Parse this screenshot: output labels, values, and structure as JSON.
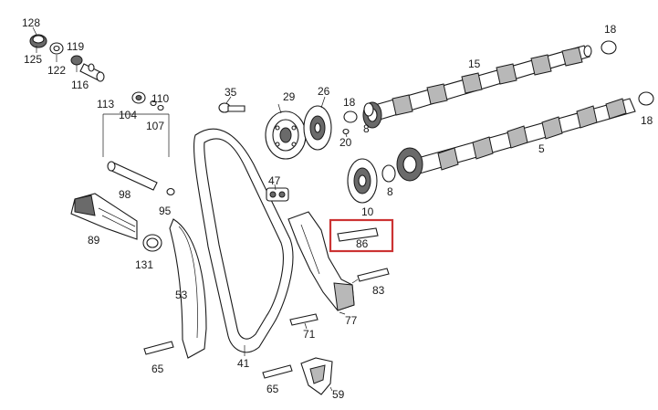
{
  "diagram": {
    "highlight_color": "#cc3333",
    "line_color": "#1a1a1a",
    "labels": {
      "p128": "128",
      "p125": "125",
      "p119": "119",
      "p122": "122",
      "p116": "116",
      "p113": "113",
      "p104": "104",
      "p110": "110",
      "p107": "107",
      "p98": "98",
      "p95": "95",
      "p89": "89",
      "p131": "131",
      "p53": "53",
      "p65a": "65",
      "p35": "35",
      "p29": "29",
      "p26": "26",
      "p18a": "18",
      "p20": "20",
      "p47": "47",
      "p15": "15",
      "p18b": "18",
      "p18c": "18",
      "p8a": "8",
      "p8b": "8",
      "p5": "5",
      "p10": "10",
      "p86": "86",
      "p83": "83",
      "p77": "77",
      "p71": "71",
      "p41": "41",
      "p65b": "65",
      "p59": "59"
    }
  }
}
